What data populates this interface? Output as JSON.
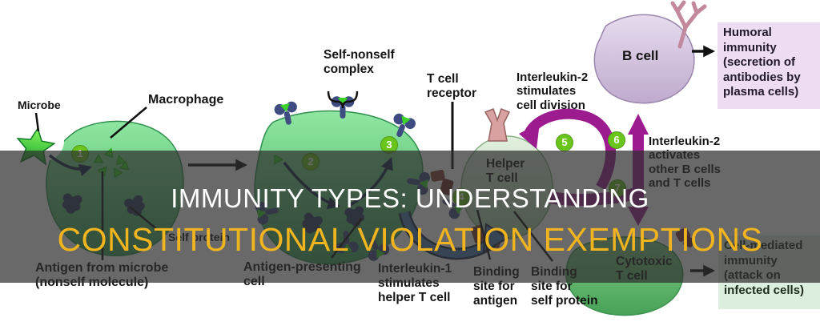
{
  "banner": {
    "line1": "IMMUNITY TYPES: UNDERSTANDING",
    "line2": "CONSTITUTIONAL VIOLATION EXEMPTIONS",
    "line1_color": "#ffffff",
    "line2_color": "#f0b41f",
    "overlay_color": "rgba(47,47,47,0.72)"
  },
  "diagram": {
    "labels": {
      "microbe": "Microbe",
      "macrophage": "Macrophage",
      "self_nonself_complex": "Self-nonself\ncomplex",
      "t_cell_receptor": "T cell\nreceptor",
      "il2_stimulates": "Interleukin-2\nstimulates\ncell division",
      "b_cell": "B cell",
      "il2_activates": "Interleukin-2\nactivates\nother B cells\nand T cells",
      "helper_t_cell": "Helper\nT cell",
      "self_protein": "Self protein",
      "antigen_from_microbe": "Antigen from microbe\n(nonself molecule)",
      "antigen_presenting_cell": "Antigen-presenting\ncell",
      "il1_stimulates": "Interleukin-1\nstimulates\nhelper T cell",
      "binding_site_antigen": "Binding\nsite for\nantigen",
      "binding_site_self": "Binding\nsite for\nself protein",
      "cytotoxic_t_cell": "Cytotoxic\nT cell"
    },
    "callouts": {
      "humoral": "Humoral\nimmunity\n(secretion of\nantibodies by\nplasma cells)",
      "cell_mediated": "Cell-mediated\nimmunity\n(attack on\ninfected cells)"
    },
    "steps": [
      "1",
      "2",
      "3",
      "4",
      "5",
      "6",
      "7"
    ],
    "colors": {
      "step_circle": "#69c41c",
      "cell_green": "#4fbf70",
      "helper_t_green": "#bcdcb8",
      "b_cell_purple": "#cfc0dc",
      "cytotoxic_green": "#63bb6d",
      "receptor_navy": "#3e4c82",
      "antigen_green": "#3cd22a",
      "purple_arrow": "#9c1c90",
      "il1_arrow_blue": "#4a7bb0",
      "humoral_box_bg": "#eedcf2",
      "cell_mediated_box_bg": "#dceedd"
    }
  }
}
